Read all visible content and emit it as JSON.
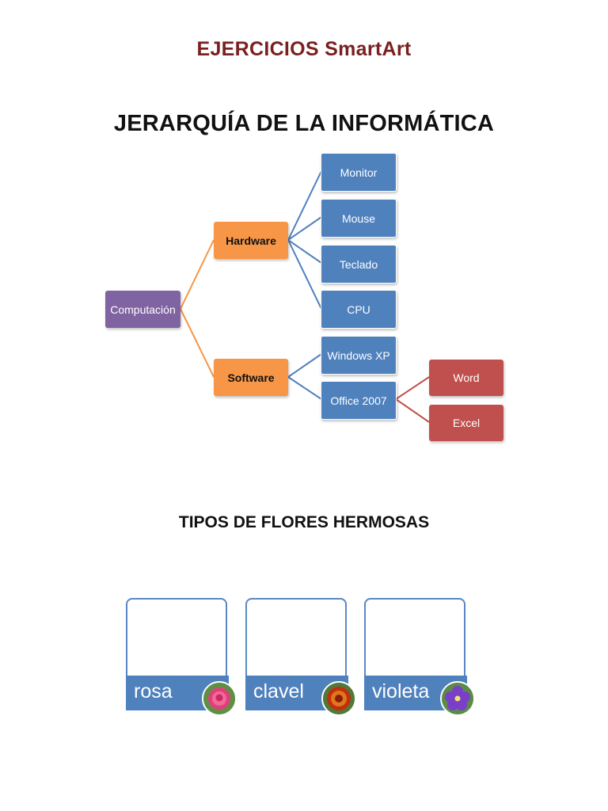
{
  "document": {
    "title": "EJERCICIOS SmartArt"
  },
  "hierarchy": {
    "title": "JERARQUÍA DE LA INFORMÁTICA",
    "root": "Computación",
    "level1": [
      "Hardware",
      "Software"
    ],
    "hardware_children": [
      "Monitor",
      "Mouse",
      "Teclado",
      "CPU"
    ],
    "software_children": [
      "Windows XP",
      "Office 2007"
    ],
    "office_children": [
      "Word",
      "Excel"
    ],
    "colors": {
      "root": "#8064a2",
      "level1": "#f79646",
      "level2": "#4f81bd",
      "level3": "#c0504d"
    }
  },
  "flowers": {
    "title": "TIPOS DE FLORES HERMOSAS",
    "items": [
      {
        "label": "rosa",
        "icon": "rose-icon",
        "color": "#e0407a"
      },
      {
        "label": "clavel",
        "icon": "carnation-icon",
        "color": "#c0300e"
      },
      {
        "label": "violeta",
        "icon": "violet-icon",
        "color": "#7a3fc8"
      }
    ]
  }
}
